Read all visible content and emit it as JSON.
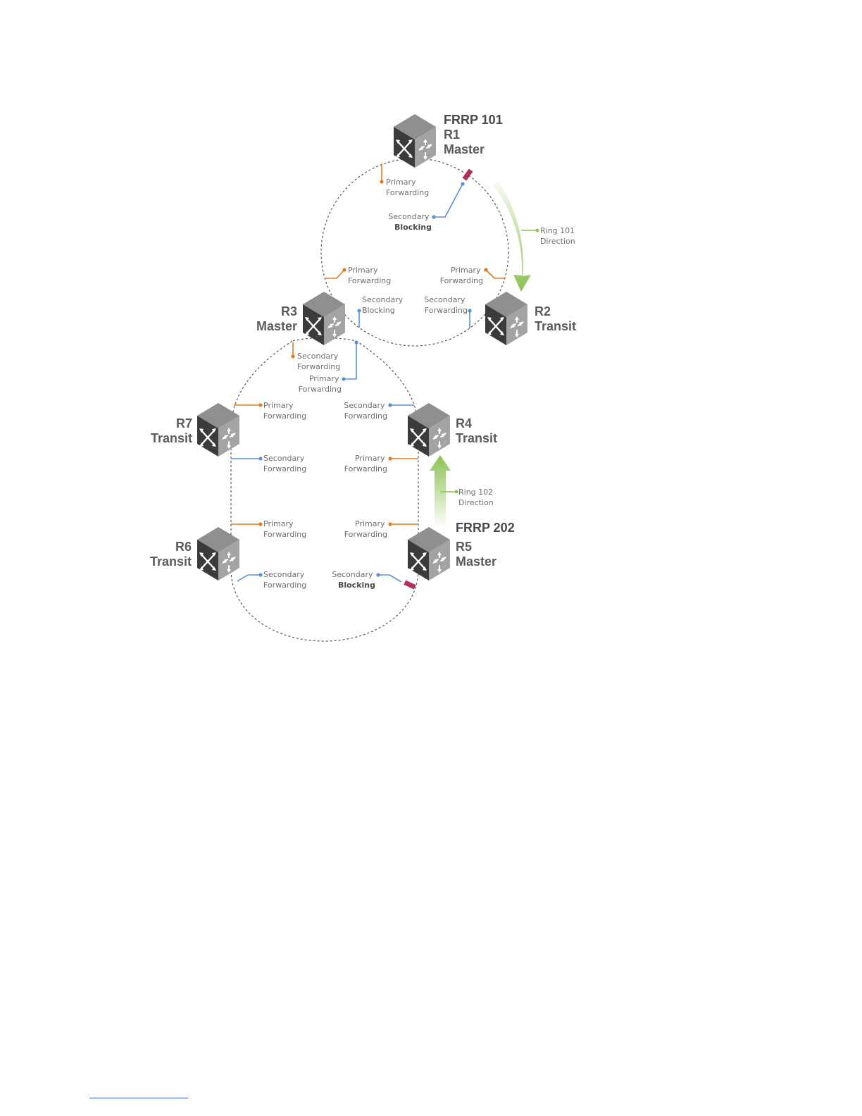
{
  "colors": {
    "primary_port": "#e07b20",
    "secondary_port": "#5b8fd9",
    "blocked_marker": "#b0325a",
    "direction_arrow": "#8cc152",
    "ring_line": "#555555",
    "switch_body": "#6b6b6b",
    "label_text": "#5b5b5b"
  },
  "icons": {
    "switch": "network-switch-cube-icon"
  },
  "rings": {
    "ring_101": {
      "frrp_label": "FRRP 101",
      "direction": [
        "Ring 101",
        "Direction"
      ]
    },
    "ring_202": {
      "frrp_label": "FRRP 202",
      "direction": [
        "Ring 102",
        "Direction"
      ]
    }
  },
  "nodes": {
    "r1": {
      "name": "R1",
      "role": "Master"
    },
    "r2": {
      "name": "R2",
      "role": "Transit"
    },
    "r3": {
      "name": "R3",
      "role": "Master"
    },
    "r4": {
      "name": "R4",
      "role": "Transit"
    },
    "r5": {
      "name": "R5",
      "role": "Master"
    },
    "r6": {
      "name": "R6",
      "role": "Transit"
    },
    "r7": {
      "name": "R7",
      "role": "Transit"
    }
  },
  "ports": {
    "r1_primary": [
      "Primary",
      "Forwarding"
    ],
    "r1_secondary": [
      "Secondary",
      "Blocking"
    ],
    "r3_ring101_primary": [
      "Primary",
      "Forwarding"
    ],
    "r2_primary": [
      "Primary",
      "Forwarding"
    ],
    "r3_ring101_secondary": [
      "Secondary",
      "Blocking"
    ],
    "r2_secondary": [
      "Secondary",
      "Forwarding"
    ],
    "r3_ring202_secondary": [
      "Secondary",
      "Forwarding"
    ],
    "r3_ring202_primary": [
      "Primary",
      "Forwarding"
    ],
    "r7_primary": [
      "Primary",
      "Forwarding"
    ],
    "r4_secondary": [
      "Secondary",
      "Forwarding"
    ],
    "r7_secondary": [
      "Secondary",
      "Forwarding"
    ],
    "r4_primary": [
      "Primary",
      "Forwarding"
    ],
    "r6_primary": [
      "Primary",
      "Forwarding"
    ],
    "r5_primary": [
      "Primary",
      "Forwarding"
    ],
    "r6_secondary": [
      "Secondary",
      "Forwarding"
    ],
    "r5_secondary": [
      "Secondary",
      "Blocking"
    ]
  }
}
